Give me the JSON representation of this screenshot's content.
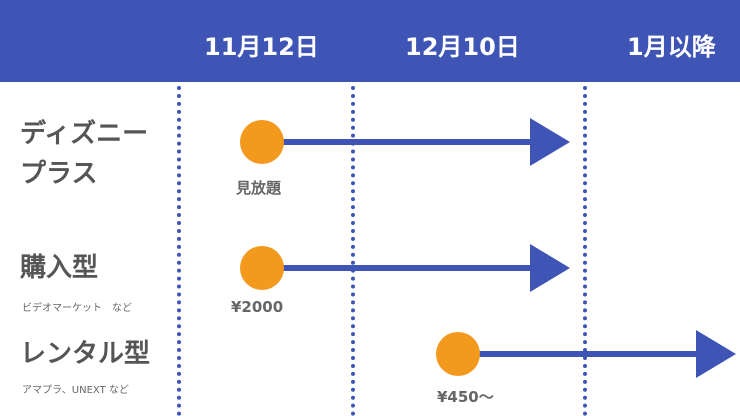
{
  "header": {
    "dates": [
      "11月12日",
      "12月10日",
      "1月以降"
    ]
  },
  "rows": [
    {
      "name_line1": "ディズニー",
      "name_line2": "プラス",
      "label": "見放題"
    },
    {
      "name": "購入型",
      "sub": "ビデオマーケット　など",
      "label": "¥2000"
    },
    {
      "name": "レンタル型",
      "sub": "アマプラ、UNEXT など",
      "label": "¥450〜"
    }
  ],
  "colors": {
    "header": "#3f55b6",
    "arrow": "#3f55b6",
    "dot": "#f39a1e"
  }
}
